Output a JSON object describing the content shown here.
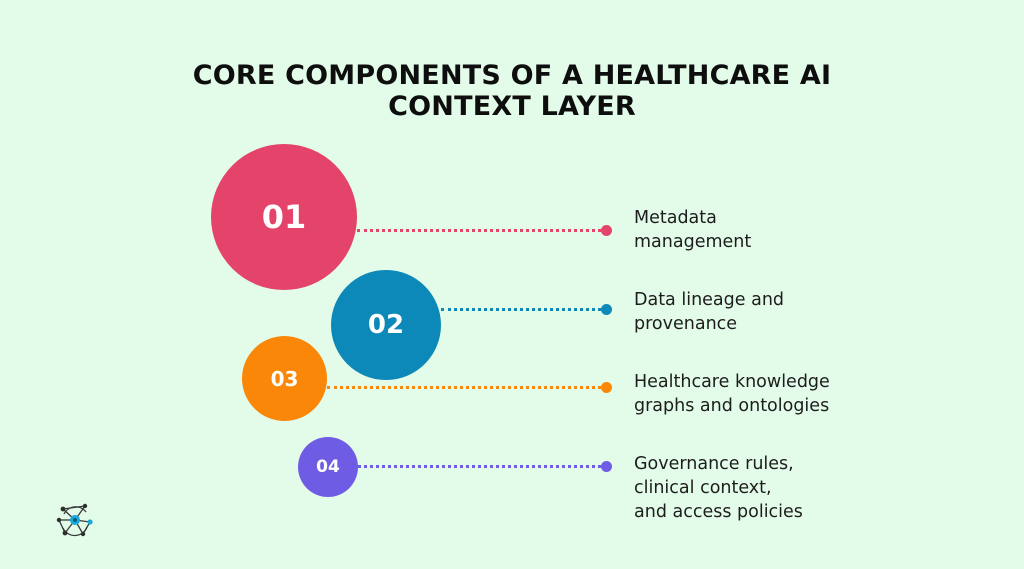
{
  "title": {
    "line1": "CORE COMPONENTS OF A HEALTHCARE AI",
    "line2": "CONTEXT LAYER"
  },
  "colors": {
    "background": "#e3fbe9",
    "item1": "#e4436a",
    "item2": "#0c89b8",
    "item3": "#fa8707",
    "item4": "#6f5ce4"
  },
  "items": [
    {
      "number": "01",
      "lines": [
        "Metadata",
        "management"
      ]
    },
    {
      "number": "02",
      "lines": [
        "Data lineage and",
        "provenance"
      ]
    },
    {
      "number": "03",
      "lines": [
        "Healthcare knowledge",
        "graphs and ontologies"
      ]
    },
    {
      "number": "04",
      "lines": [
        "Governance rules,",
        "clinical context,",
        "and access policies"
      ]
    }
  ],
  "logo": {
    "icon": "network-logo-icon"
  }
}
